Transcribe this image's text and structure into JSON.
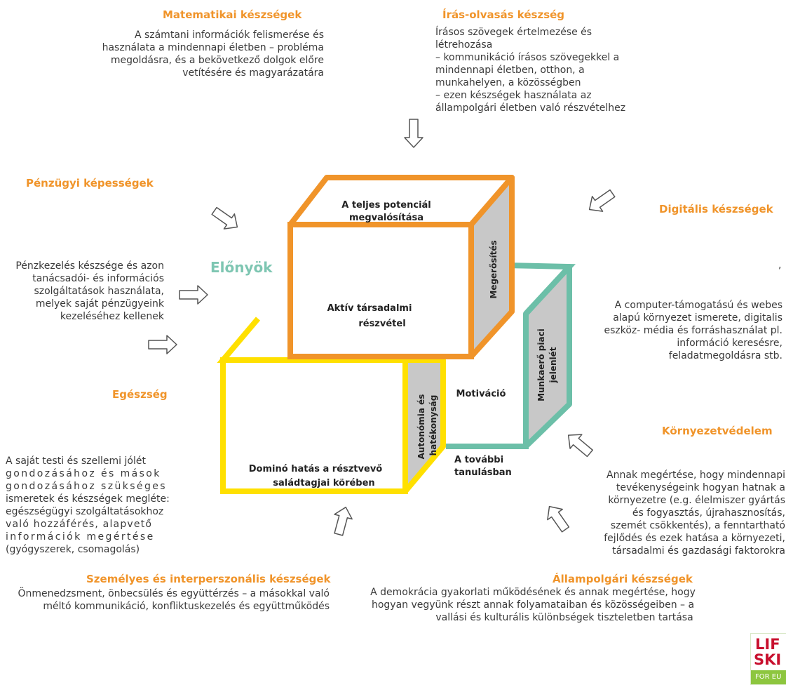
{
  "math": {
    "title": "Matematikai készségek",
    "lines": [
      "A számtani információk felismerése és",
      "használata a mindennapi életben – probléma",
      "megoldásra, és a bekövetkező dolgok előre",
      "vetítésére és magyarázatára"
    ]
  },
  "literacy": {
    "title": "Írás-olvasás készség",
    "lines": [
      "Írásos szövegek értelmezése és",
      "létrehozása",
      "– kommunikáció írásos szövegekkel a",
      "mindennapi életben, otthon, a",
      "munkahelyen, a közösségben",
      "– ezen készségek használata az",
      "állampolgári életben való részvételhez"
    ]
  },
  "financial": {
    "title": "Pénzügyi képességek",
    "lines": [
      "Pénzkezelés készsége és azon",
      "tanácsadói- és információs",
      "szolgáltatások használata,",
      "melyek saját pénzügyeink",
      "kezeléséhez kellenek"
    ]
  },
  "digital": {
    "title": "Digitális készségek",
    "comma": ",",
    "lines": [
      "A computer-támogatású és webes",
      "alapú környezet ismerete, digitalis",
      "eszköz- média és forráshasználat pl.",
      "információ keresésre,",
      "feladatmegoldásra stb."
    ]
  },
  "health": {
    "title": "Egészség",
    "lines": [
      "A saját testi és szellemi jólét",
      "gondozásához és mások",
      "gondozásához szükséges",
      "ismeretek és készségek megléte:",
      "egészségügyi szolgáltatásokhoz",
      "való hozzáférés, alapvető",
      "információk megértése",
      "(gyógyszerek, csomagolás)"
    ]
  },
  "environment": {
    "title": "Környezetvédelem",
    "lines": [
      "Annak megértése, hogy mindennapi",
      "tevékenységeink hogyan hatnak a",
      "környezetre (e.g. élelmiszer gyártás",
      "és fogyasztás, újrahasznosítás,",
      "szemét csökkentés), a fenntartható",
      "fejlődés és ezek hatása a környezeti,",
      "társadalmi és gazdasági faktorokra"
    ]
  },
  "personal": {
    "title": "Személyes és interperszonális készségek",
    "lines": [
      "Önmenedzsment, önbecsülés és együttérzés – a másokkal való",
      "méltó kommunikáció, konfliktuskezelés és együttműködés"
    ]
  },
  "civic": {
    "title": "Állampolgári készségek",
    "lines": [
      "A demokrácia gyakorlati működésének és annak megértése, hogy",
      "hogyan vegyünk részt annak folyamataiban és közösségeiben – a",
      "vallási és kulturális különbségek tiszteletben tartása"
    ]
  },
  "benefits": "Előnyök",
  "cube_orange": {
    "top_line1": "A teljes potenciál",
    "top_line2": "megvalósítása",
    "front_line1": "Aktív társadalmi",
    "front_line2": "részvétel",
    "side": "Megerősítés"
  },
  "cube_yellow": {
    "front_line1": "Dominó hatás a résztvevő",
    "front_line2": "saládtagjai körében",
    "side_line1": "Autonómia és",
    "side_line2": "hatékonyság"
  },
  "cube_teal": {
    "front": "Motiváció",
    "side_line1": "Munkaerő piaci",
    "side_line2": "jelenlét",
    "bottom_line1": "A további",
    "bottom_line2": "tanulásban"
  },
  "logo": {
    "line1": "LIF",
    "line2": "SKI",
    "line3": "FOR EU"
  },
  "colors": {
    "orange": "#f0942a",
    "yellow": "#ffe000",
    "teal": "#6cbfa8",
    "grey": "#c8c8c8",
    "benefits": "#7ec6b2"
  }
}
